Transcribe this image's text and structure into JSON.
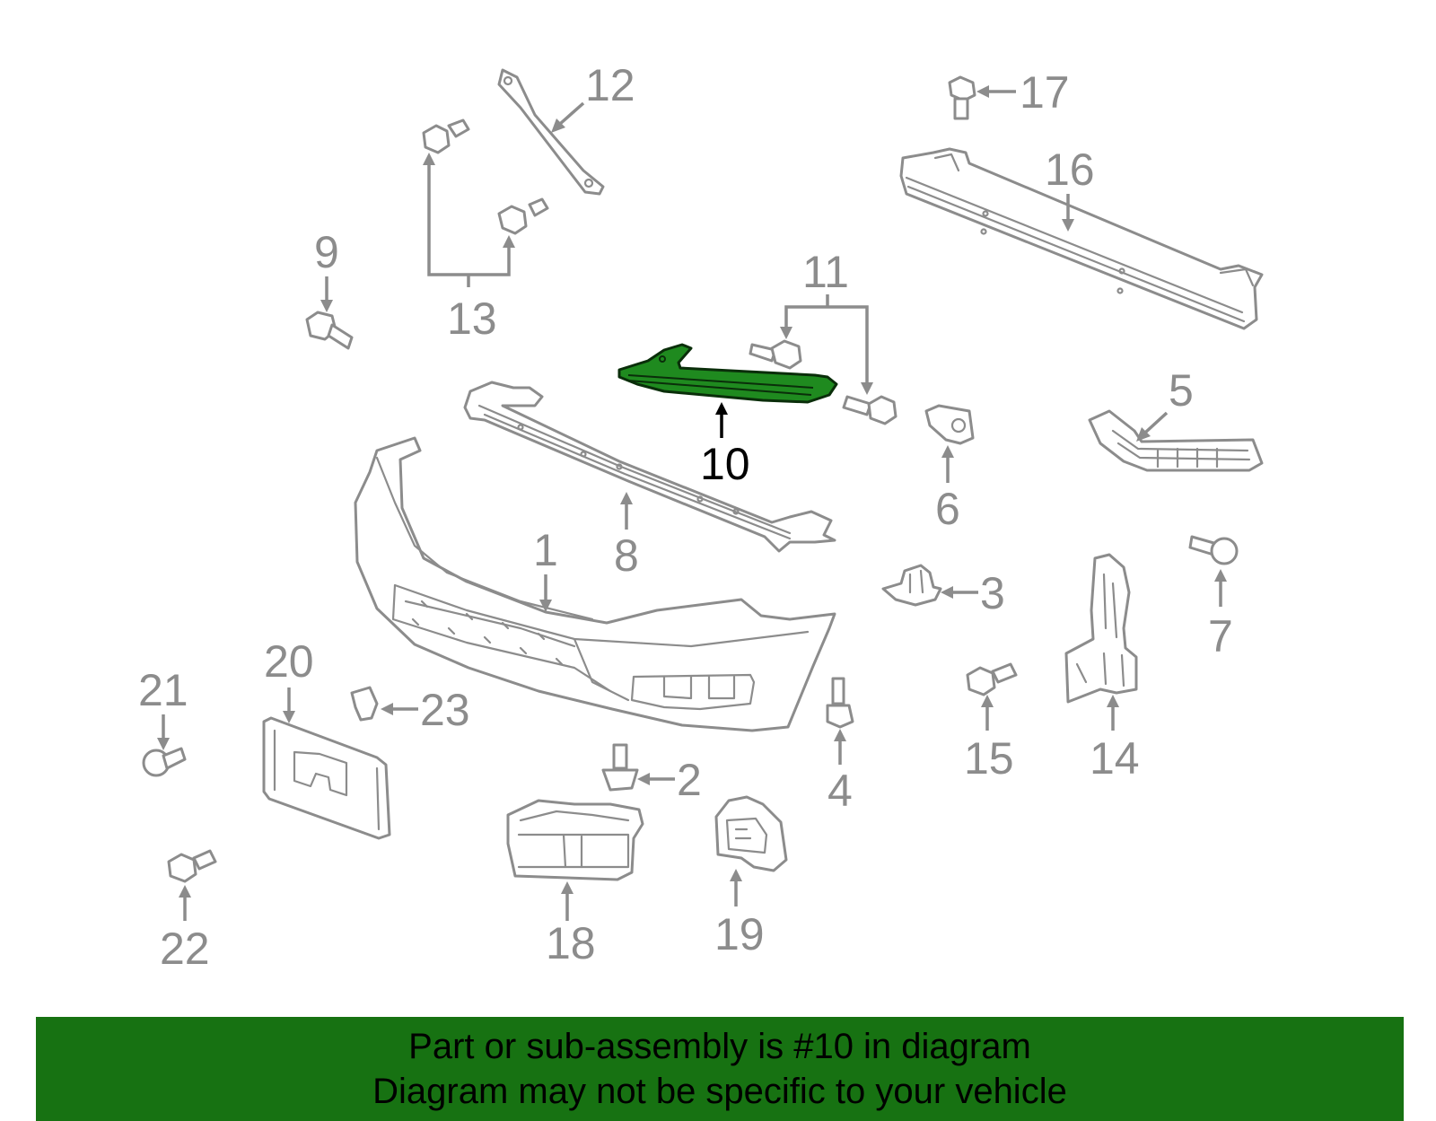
{
  "highlight_color": "#1f8a1f",
  "banner_color": "#177212",
  "callouts": {
    "c1": "1",
    "c2": "2",
    "c3": "3",
    "c4": "4",
    "c5": "5",
    "c6": "6",
    "c7": "7",
    "c8": "8",
    "c9": "9",
    "c10": "10",
    "c11": "11",
    "c12": "12",
    "c13": "13",
    "c14": "14",
    "c15": "15",
    "c16": "16",
    "c17": "17",
    "c18": "18",
    "c19": "19",
    "c20": "20",
    "c21": "21",
    "c22": "22",
    "c23": "23"
  },
  "banner": {
    "line1": "Part or sub-assembly is #10 in diagram",
    "line2": "Diagram may not be specific to your vehicle"
  }
}
